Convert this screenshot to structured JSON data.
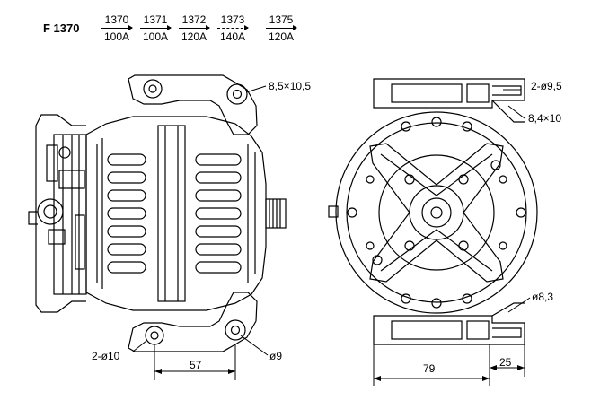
{
  "model": "F 1370",
  "variants": [
    {
      "number": "1370",
      "amperage": "100A",
      "line": "solid"
    },
    {
      "number": "1371",
      "amperage": "100A",
      "line": "solid"
    },
    {
      "number": "1372",
      "amperage": "120A",
      "line": "solid"
    },
    {
      "number": "1373",
      "amperage": "140A",
      "line": "dashed"
    },
    {
      "number": "1375",
      "amperage": "120A",
      "line": "solid"
    }
  ],
  "dimensions": {
    "top_slot_left": "8,5×10,5",
    "top_right_holes": "2-ø9,5",
    "top_right_slot": "8,4×10",
    "bottom_right_hole": "ø8,3",
    "bottom_left_holes": "2-ø10",
    "bottom_left_hole": "ø9",
    "width_57": "57",
    "width_79": "79",
    "width_25": "25"
  }
}
